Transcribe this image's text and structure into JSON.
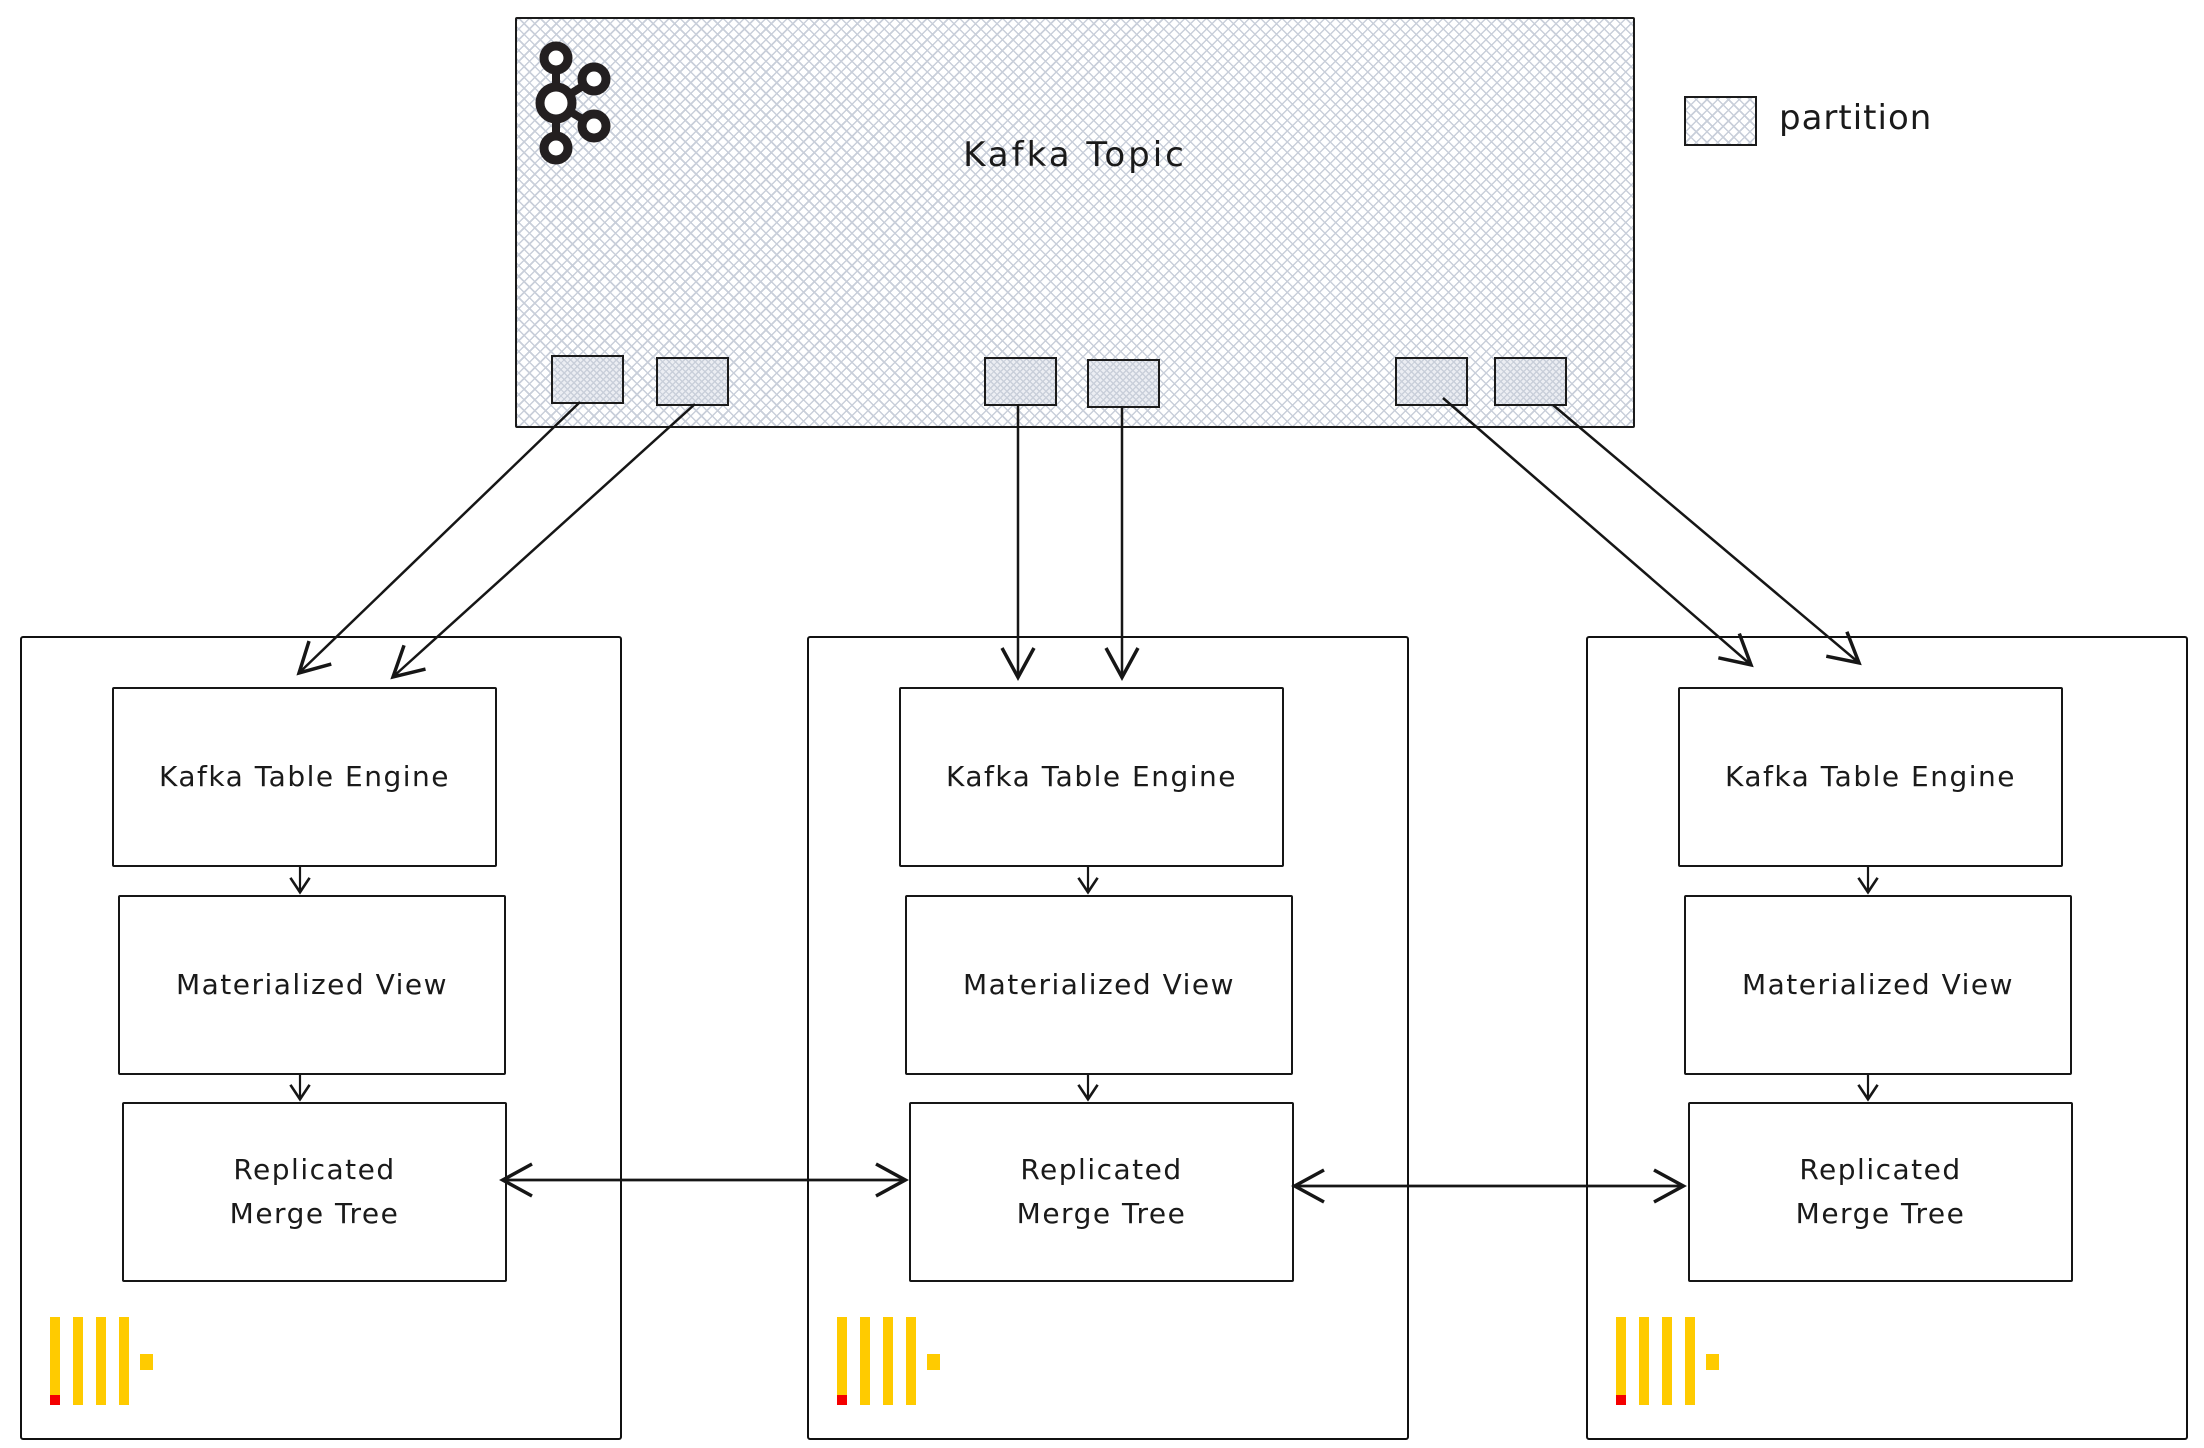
{
  "colors": {
    "hatch": "#c9cfda",
    "stroke": "#1b1b1b",
    "text": "#1a1a1a",
    "clickhouse_yellow": "#ffcb00",
    "clickhouse_red": "#f40000"
  },
  "topic": {
    "title": "Kafka Topic",
    "icon": "kafka-logo",
    "partition_count": 6
  },
  "legend": {
    "swatch": "partition-hatch-pattern",
    "label": "partition"
  },
  "nodes": [
    {
      "id": "clickhouse-node-1",
      "logo": "clickhouse-logo",
      "kafka_table_engine": "Kafka Table Engine",
      "materialized_view": "Materialized View",
      "replicated_merge_tree_line1": "Replicated",
      "replicated_merge_tree_line2": "Merge Tree"
    },
    {
      "id": "clickhouse-node-2",
      "logo": "clickhouse-logo",
      "kafka_table_engine": "Kafka Table Engine",
      "materialized_view": "Materialized View",
      "replicated_merge_tree_line1": "Replicated",
      "replicated_merge_tree_line2": "Merge Tree"
    },
    {
      "id": "clickhouse-node-3",
      "logo": "clickhouse-logo",
      "kafka_table_engine": "Kafka Table Engine",
      "materialized_view": "Materialized View",
      "replicated_merge_tree_line1": "Replicated",
      "replicated_merge_tree_line2": "Merge Tree"
    }
  ]
}
